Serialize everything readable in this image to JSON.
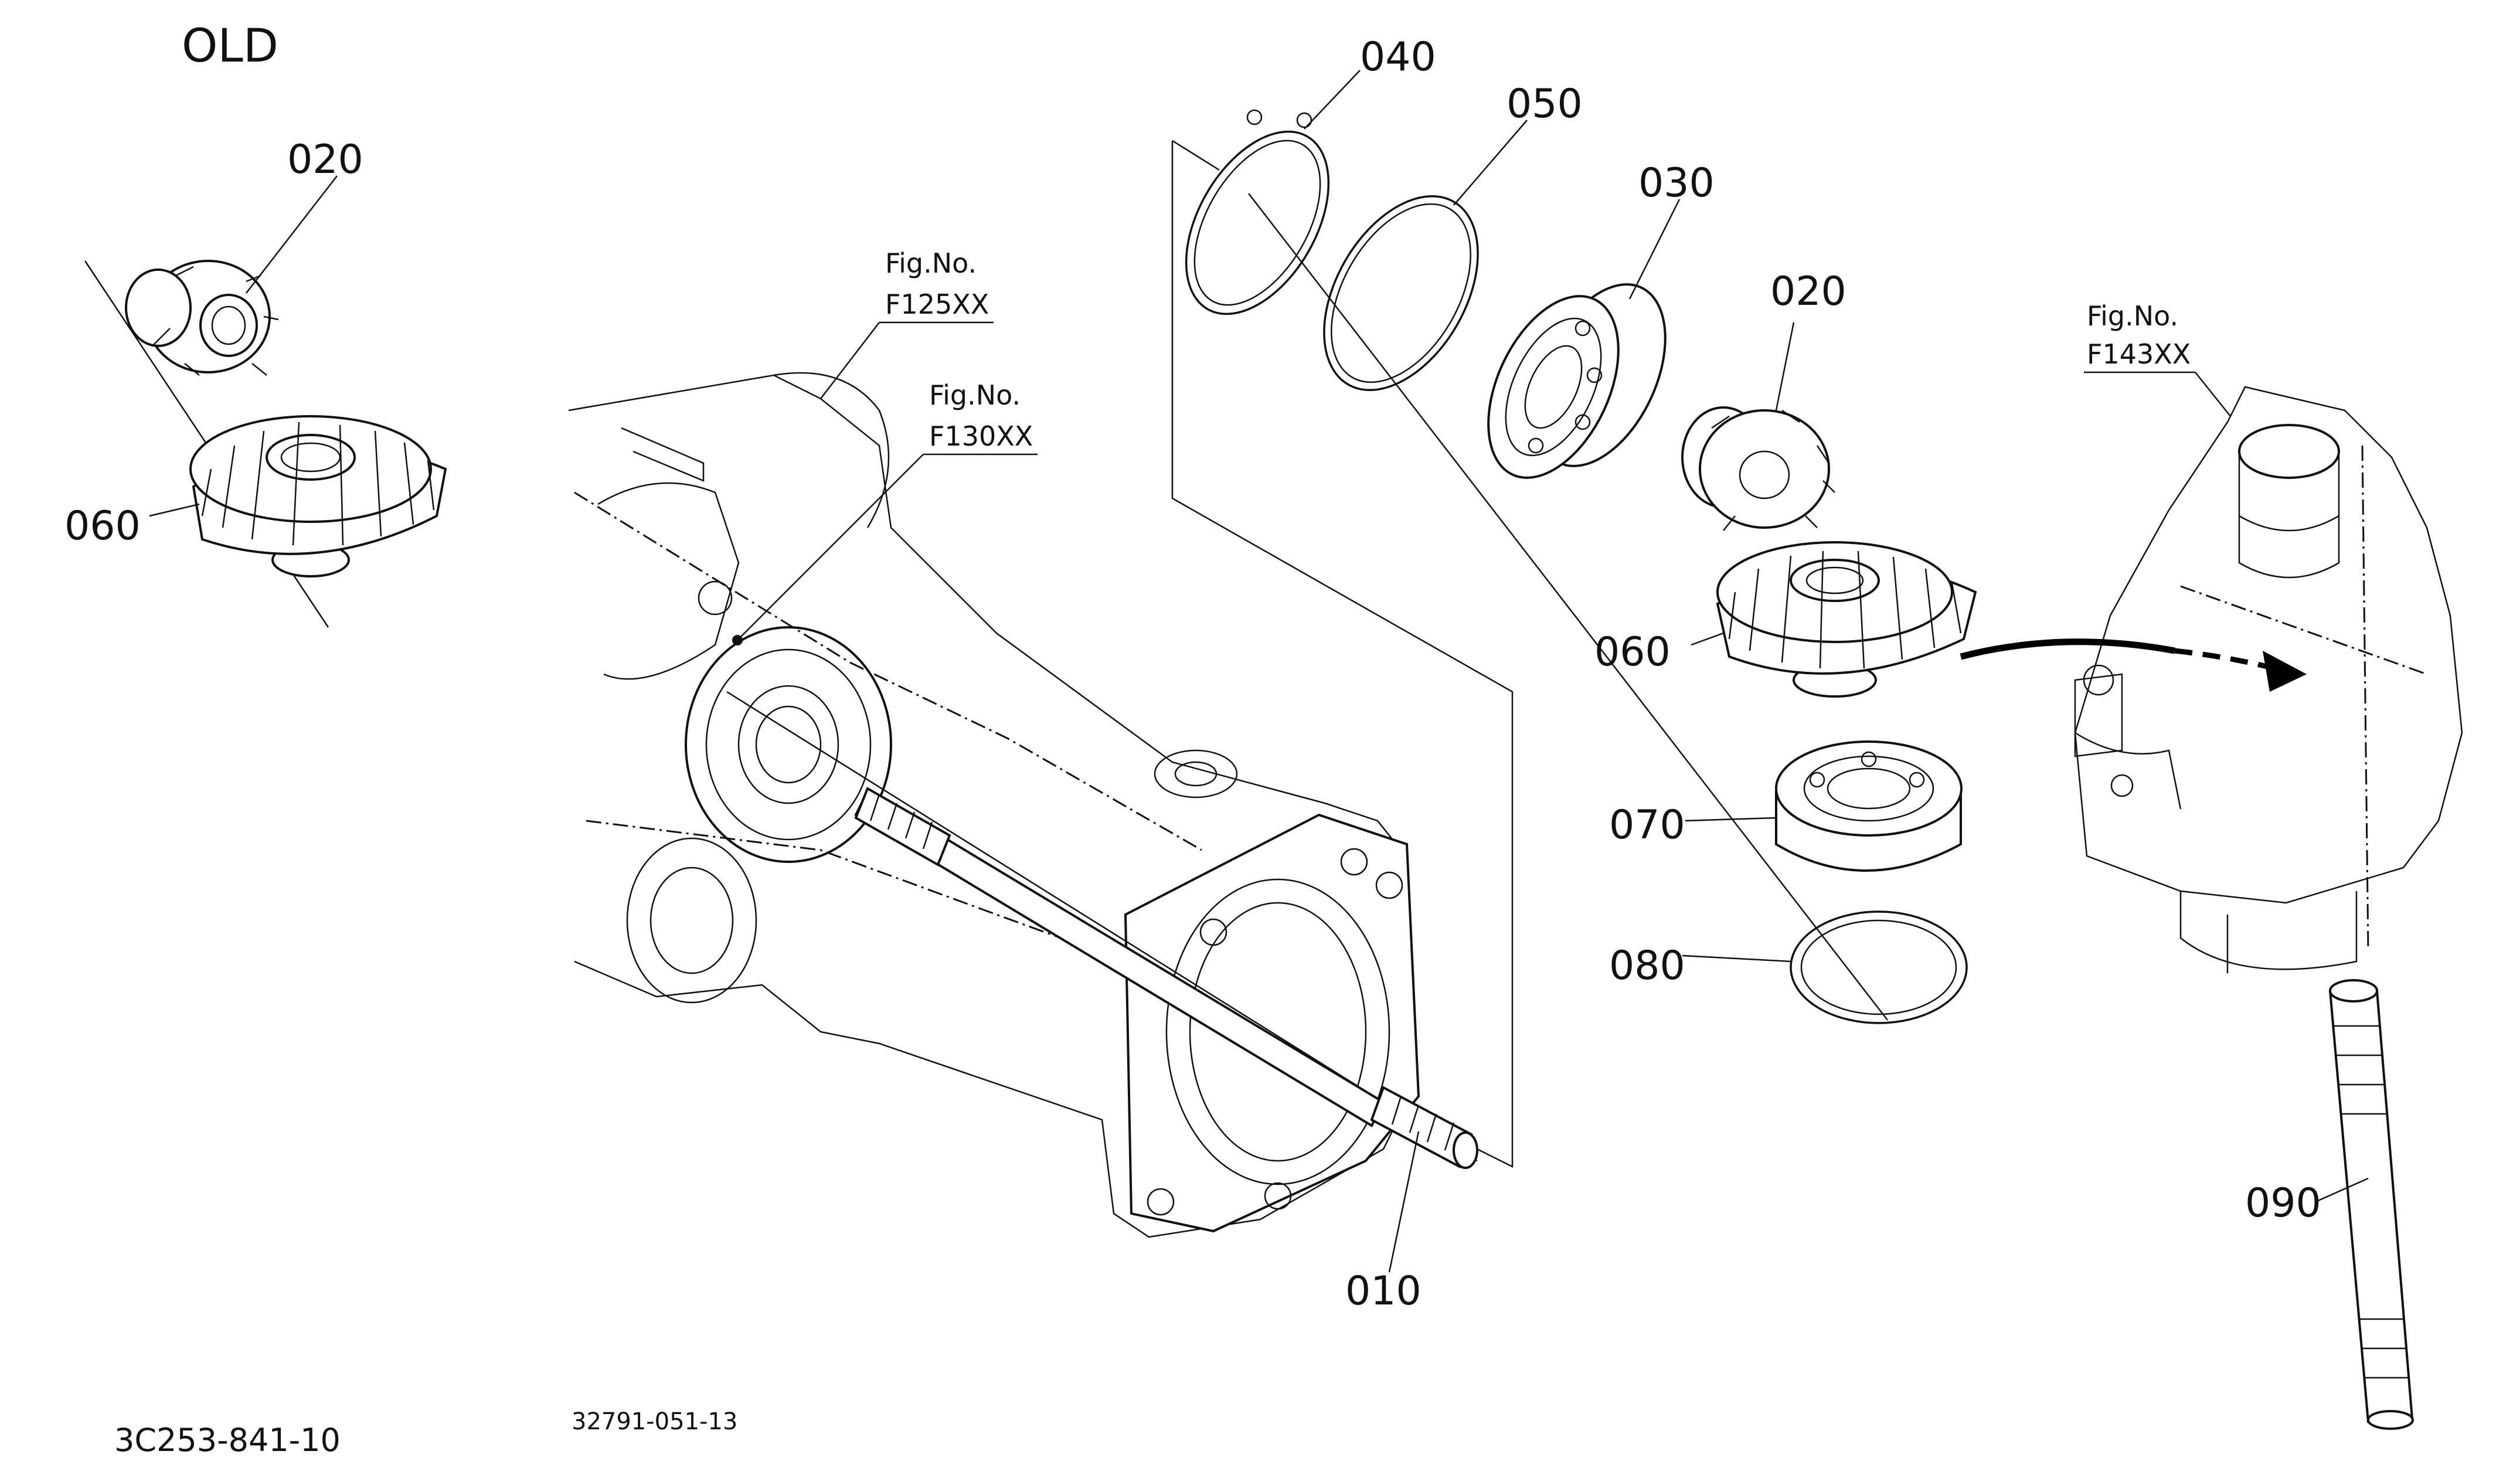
{
  "header": {
    "old_label": "OLD"
  },
  "footer": {
    "diagram_code": "3C253-841-10",
    "drawing_number": "32791-051-13"
  },
  "colors": {
    "line": "#111111",
    "background": "#ffffff",
    "arrow": "#000000"
  },
  "callouts": {
    "p010": "010",
    "p020_old": "020",
    "p020": "020",
    "p030": "030",
    "p040": "040",
    "p050": "050",
    "p060_old": "060",
    "p060": "060",
    "p070": "070",
    "p080": "080",
    "p090": "090"
  },
  "figure_refs": {
    "f125": {
      "line1": "Fig.No.",
      "line2": "F125XX"
    },
    "f130": {
      "line1": "Fig.No.",
      "line2": "F130XX"
    },
    "f143": {
      "line1": "Fig.No.",
      "line2": "F143XX"
    }
  }
}
